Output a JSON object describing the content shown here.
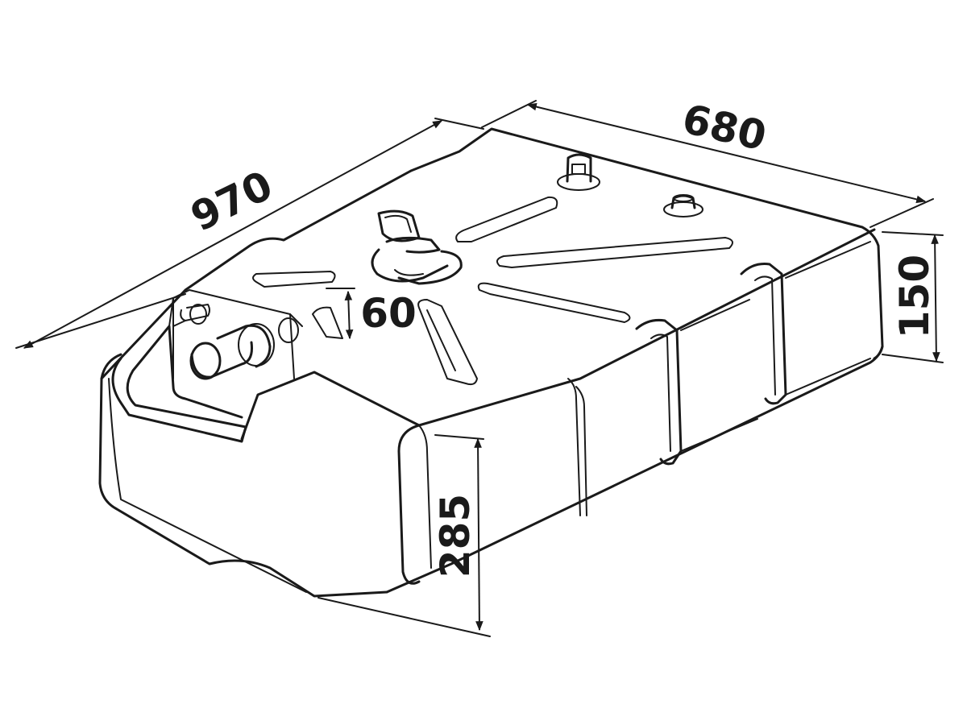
{
  "dimensions": {
    "length": "970",
    "width": "680",
    "height_back": "150",
    "height_front": "285",
    "neck": "60"
  }
}
